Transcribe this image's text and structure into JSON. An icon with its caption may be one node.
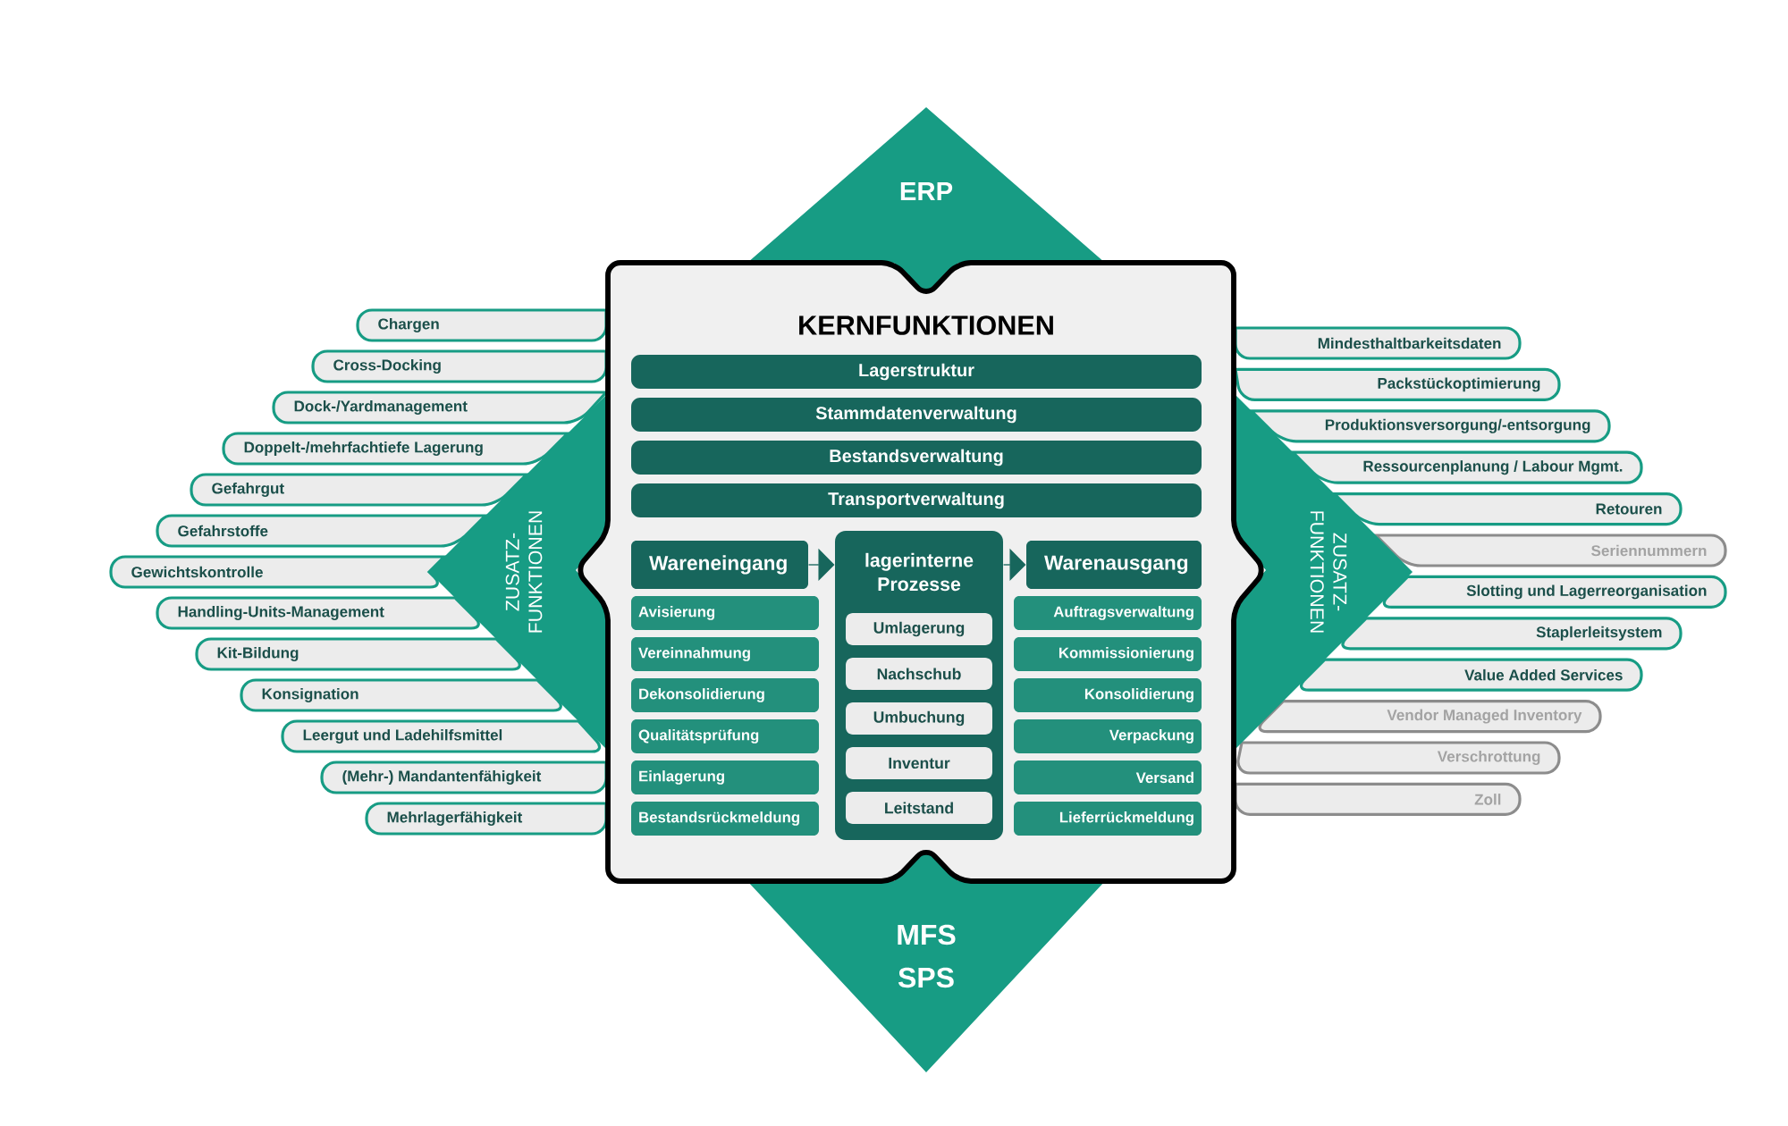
{
  "diagram": {
    "nodes": [
      {
        "text": [
          "ERP"
        ]
      },
      {
        "text": [
          "ZUSATZ- FUNKTIONEN"
        ]
      },
      {
        "text": [
          "Chargen"
        ]
      },
      {
        "text": [
          "Cross-Docking"
        ]
      },
      {
        "text": [
          "Dock-/Yardmanagement"
        ]
      },
      {
        "text": [
          "Doppelt-/mehrfachtiefe Lagerung"
        ]
      },
      {
        "text": [
          "Gefahrgut"
        ]
      },
      {
        "text": [
          "Gefahrstoffe"
        ]
      },
      {
        "text": [
          "Gewichtskontrolle"
        ]
      },
      {
        "text": [
          "Handling-Units-Management"
        ]
      },
      {
        "text": [
          "Kit-Bildung"
        ]
      },
      {
        "text": [
          "Konsignation"
        ]
      },
      {
        "text": [
          "Leergut und Ladehilfsmittel"
        ]
      },
      {
        "text": [
          "(Mehr-) Mandantenfähigkeit"
        ]
      },
      {
        "text": [
          "Mehrlagerfähigkeit"
        ]
      },
      {
        "text": [
          "KERNFUNKTIONEN"
        ]
      },
      {
        "text": [
          "Lagerstruktur"
        ],
        "in": 15
      },
      {
        "text": [
          "Stammdatenverwaltung"
        ],
        "in": 15
      },
      {
        "text": [
          "Bestandsverwaltung"
        ],
        "in": 15
      },
      {
        "text": [
          "Transportverwaltung"
        ],
        "in": 15
      },
      {
        "text": [
          "Wareneingang"
        ],
        "in": 15
      },
      {
        "text": [
          "Avisierung"
        ],
        "in": 15
      },
      {
        "text": [
          "Vereinnahmung"
        ],
        "in": 15
      },
      {
        "text": [
          "Dekonsolidierung"
        ],
        "in": 15
      },
      {
        "text": [
          "Qualitätsprüfung"
        ],
        "in": 15
      },
      {
        "text": [
          "Einlagerung"
        ],
        "in": 15
      },
      {
        "text": [
          "Bestandsrückmeldung"
        ],
        "in": 15
      },
      {
        "text": [
          "lagerinterne Prozesse"
        ],
        "in": 15
      },
      {
        "text": [
          "Umlagerung"
        ],
        "in": 27
      },
      {
        "text": [
          "Nachschub"
        ],
        "in": 27
      },
      {
        "text": [
          "Umbuchung"
        ],
        "in": 27
      },
      {
        "text": [
          "Inventur"
        ],
        "in": 27
      },
      {
        "text": [
          "Leitstand"
        ],
        "in": 27
      },
      {
        "text": [
          "Warenausgang"
        ],
        "in": 15
      },
      {
        "text": [
          "Auftragsverwaltung"
        ],
        "in": 15
      },
      {
        "text": [
          "Kommissionierung"
        ],
        "in": 15
      },
      {
        "text": [
          "Konsolidierung"
        ],
        "in": 15
      },
      {
        "text": [
          "Verpackung"
        ],
        "in": 15
      },
      {
        "text": [
          "Versand"
        ],
        "in": 15
      },
      {
        "text": [
          "Lieferrückmeldung"
        ],
        "in": 15
      },
      {
        "text": [
          "ZUSATZ- FUNKTIONEN"
        ]
      },
      {
        "text": [
          "Mindesthaltbarkeitsdaten"
        ]
      },
      {
        "text": [
          "Packstückoptimierung"
        ]
      },
      {
        "text": [
          "Produktionsversorgung/-entsorgung"
        ]
      },
      {
        "text": [
          "Ressourcenplanung / Labour Mgmt."
        ]
      },
      {
        "text": [
          "Retouren"
        ]
      },
      {
        "text": [
          "Seriennummern"
        ]
      },
      {
        "text": [
          "Slotting und Lagerreorganisation"
        ]
      },
      {
        "text": [
          "Staplerleitsystem"
        ]
      },
      {
        "text": [
          "Value Added Services"
        ]
      },
      {
        "text": [
          "Vendor Managed Inventory"
        ]
      },
      {
        "text": [
          "Verschrottung"
        ]
      },
      {
        "text": [
          "Zoll"
        ]
      },
      {
        "text": [
          "MFS",
          "SPS"
        ]
      }
    ],
    "edges": [
      {
        "from": 20,
        "to": 27,
        "arrow": "to"
      },
      {
        "from": 27,
        "to": 33,
        "arrow": "to"
      }
    ]
  }
}
